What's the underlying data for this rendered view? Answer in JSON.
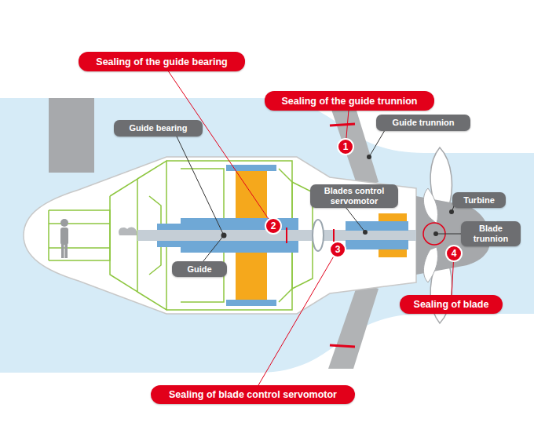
{
  "diagram": {
    "nodes": [
      {
        "text": [
          "Sealing of the guide bearing"
        ]
      },
      {
        "text": [
          "Sealing of the guide trunnion"
        ]
      },
      {
        "text": [
          "Guide trunnion"
        ]
      },
      {
        "text": [
          "Guide bearing"
        ]
      },
      {
        "text": [
          "1"
        ]
      },
      {
        "text": [
          "Blades control servomotor"
        ]
      },
      {
        "text": [
          "Turbine"
        ]
      },
      {
        "text": [
          "2"
        ]
      },
      {
        "text": [
          "Blade trunnion"
        ]
      },
      {
        "text": [
          "Guide"
        ]
      },
      {
        "text": [
          "3"
        ]
      },
      {
        "text": [
          "4"
        ]
      },
      {
        "text": [
          "Sealing of blade"
        ]
      },
      {
        "text": [
          "Sealing of blade control servomotor"
        ]
      }
    ],
    "edges": [
      {
        "from": 0,
        "to": 7,
        "arrow": "none"
      },
      {
        "from": 1,
        "to": 4,
        "arrow": "none"
      },
      {
        "from": 12,
        "to": 11,
        "arrow": "none"
      },
      {
        "from": 13,
        "to": 10,
        "arrow": "none"
      }
    ]
  }
}
